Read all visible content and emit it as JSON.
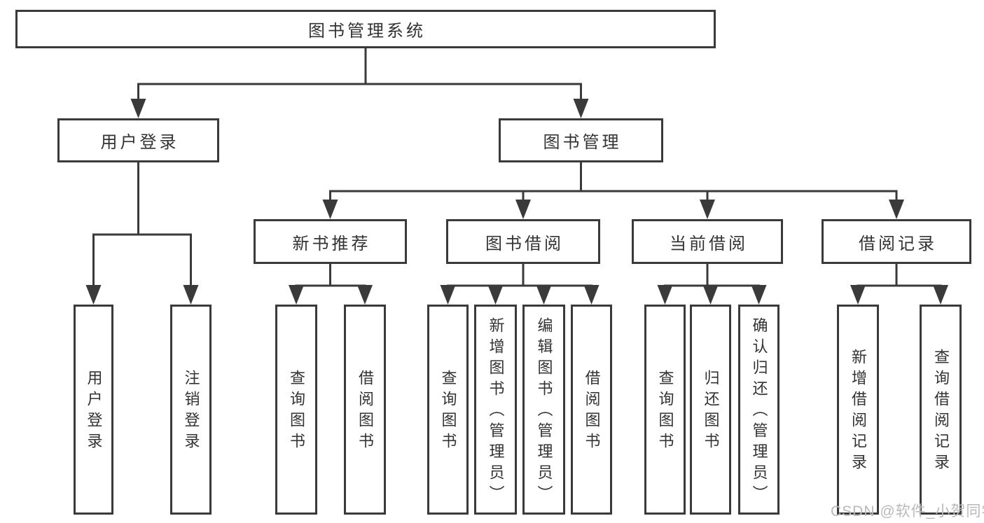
{
  "diagram": {
    "type": "tree",
    "root": {
      "label": "图书管理系统"
    },
    "level2": [
      {
        "label": "用户登录"
      },
      {
        "label": "图书管理"
      }
    ],
    "level3": [
      {
        "label": "新书推荐"
      },
      {
        "label": "图书借阅"
      },
      {
        "label": "当前借阅"
      },
      {
        "label": "借阅记录"
      }
    ],
    "leaves": [
      {
        "label": "用户登录"
      },
      {
        "label": "注销登录"
      },
      {
        "label": "查询图书"
      },
      {
        "label": "借阅图书"
      },
      {
        "label": "查询图书"
      },
      {
        "label": "新增图书（管理员）"
      },
      {
        "label": "编辑图书（管理员）"
      },
      {
        "label": "借阅图书"
      },
      {
        "label": "查询图书"
      },
      {
        "label": "归还图书"
      },
      {
        "label": "确认归还（管理员）"
      },
      {
        "label": "新增借阅记录"
      },
      {
        "label": "查询借阅记录"
      }
    ],
    "hierarchy": {
      "图书管理系统": {
        "用户登录": [
          "用户登录",
          "注销登录"
        ],
        "图书管理": {
          "新书推荐": [
            "查询图书",
            "借阅图书"
          ],
          "图书借阅": [
            "查询图书",
            "新增图书（管理员）",
            "编辑图书（管理员）",
            "借阅图书"
          ],
          "当前借阅": [
            "查询图书",
            "归还图书",
            "确认归还（管理员）"
          ],
          "借阅记录": [
            "新增借阅记录",
            "查询借阅记录"
          ]
        }
      }
    },
    "colors": {
      "line": "#3a3a3a",
      "text": "#333333",
      "background": "#ffffff",
      "watermark": "#b9b9b9"
    }
  },
  "watermark": {
    "text": "CSDN @软件_小贺同学"
  }
}
